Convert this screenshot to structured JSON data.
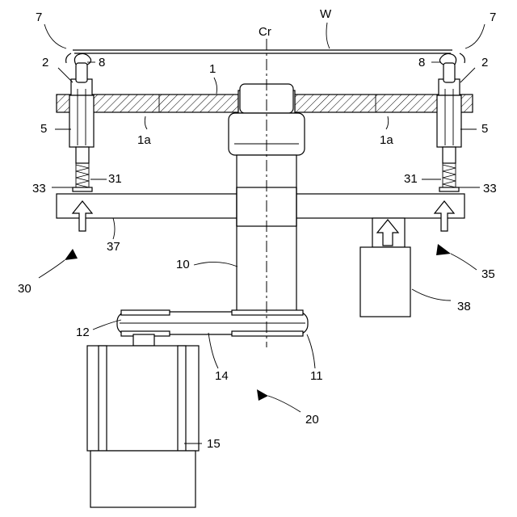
{
  "labels": {
    "W": "W",
    "Cr": "Cr",
    "n7_left": "7",
    "n7_right": "7",
    "n8_left": "8",
    "n8_right": "8",
    "n2_left": "2",
    "n2_right": "2",
    "n1": "1",
    "n5_left": "5",
    "n5_right": "5",
    "n1a_left": "1a",
    "n1a_right": "1a",
    "n33_left": "33",
    "n33_right": "33",
    "n31_left": "31",
    "n31_right": "31",
    "n37": "37",
    "n30": "30",
    "n35": "35",
    "n10": "10",
    "n38": "38",
    "n12": "12",
    "n14": "14",
    "n11": "11",
    "n20": "20",
    "n15": "15"
  }
}
